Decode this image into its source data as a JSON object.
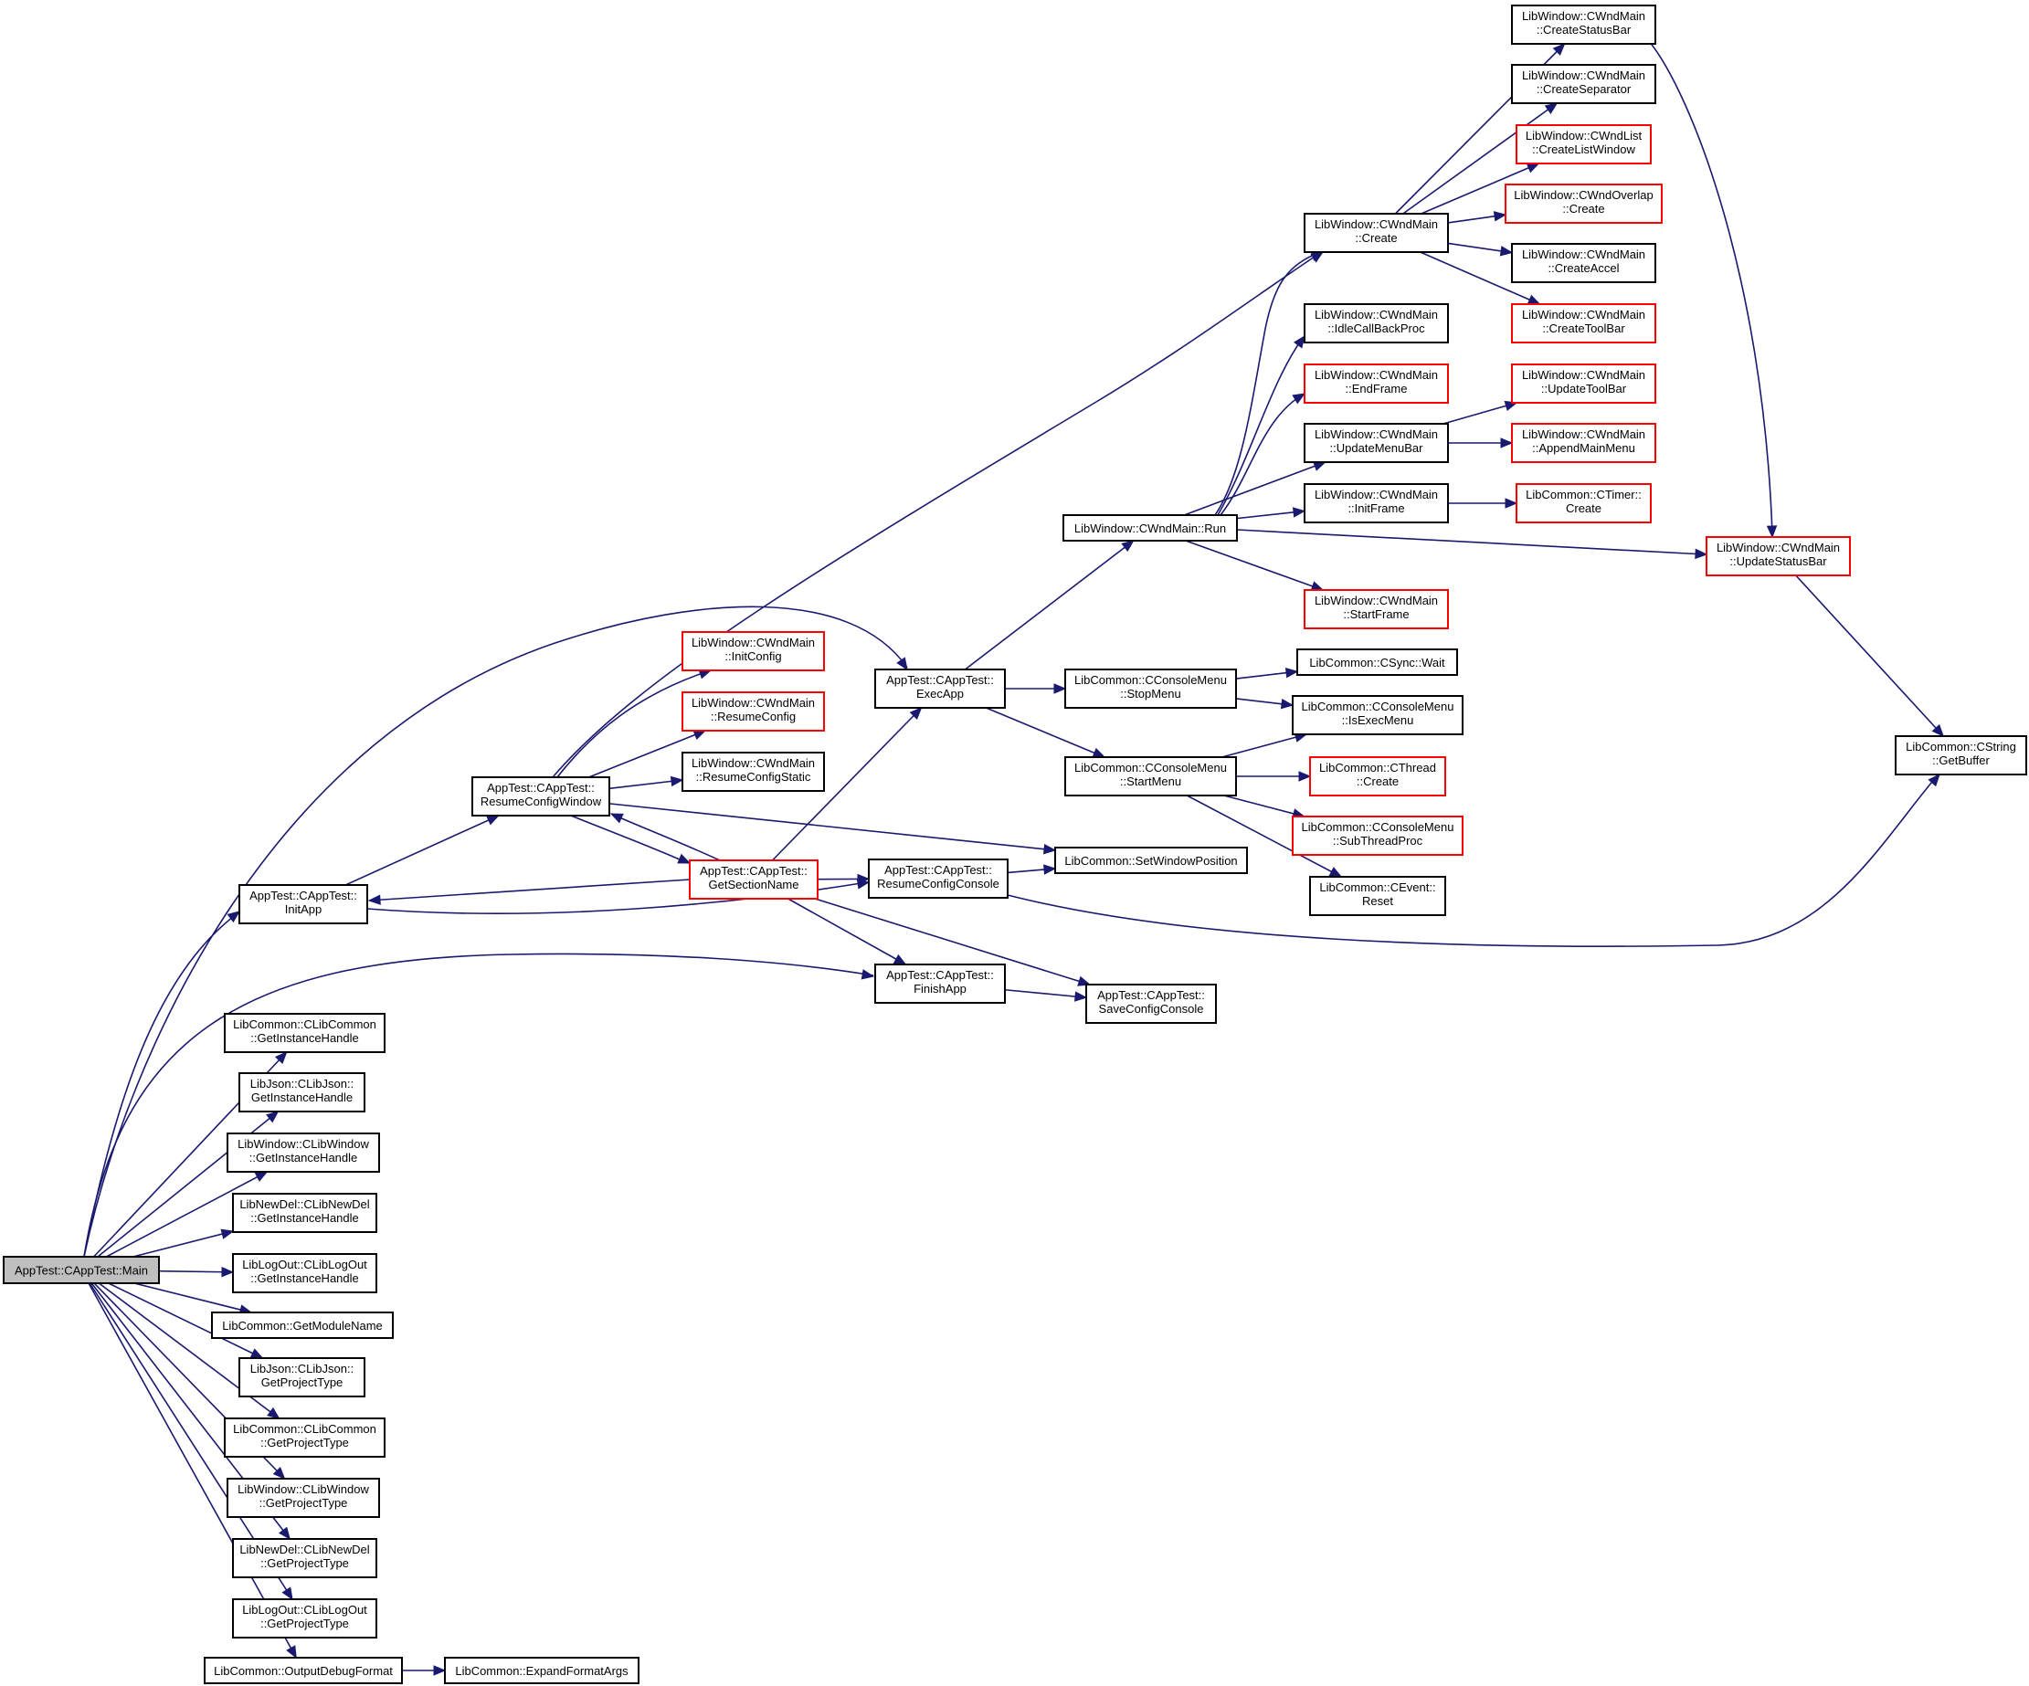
{
  "nodes": [
    {
      "id": "main",
      "lines": [
        "AppTest::CAppTest::Main"
      ],
      "style": "root"
    },
    {
      "id": "initApp",
      "lines": [
        "AppTest::CAppTest::",
        "InitApp"
      ],
      "style": "black"
    },
    {
      "id": "resumeConfigWindow",
      "lines": [
        "AppTest::CAppTest::",
        "ResumeConfigWindow"
      ],
      "style": "black"
    },
    {
      "id": "initConfig",
      "lines": [
        "LibWindow::CWndMain",
        "::InitConfig"
      ],
      "style": "red"
    },
    {
      "id": "resumeConfig",
      "lines": [
        "LibWindow::CWndMain",
        "::ResumeConfig"
      ],
      "style": "red"
    },
    {
      "id": "resumeConfigStatic",
      "lines": [
        "LibWindow::CWndMain",
        "::ResumeConfigStatic"
      ],
      "style": "black"
    },
    {
      "id": "getSectionName",
      "lines": [
        "AppTest::CAppTest::",
        "GetSectionName"
      ],
      "style": "red"
    },
    {
      "id": "execApp",
      "lines": [
        "AppTest::CAppTest::",
        "ExecApp"
      ],
      "style": "black"
    },
    {
      "id": "resumeConfigConsole",
      "lines": [
        "AppTest::CAppTest::",
        "ResumeConfigConsole"
      ],
      "style": "black"
    },
    {
      "id": "finishApp",
      "lines": [
        "AppTest::CAppTest::",
        "FinishApp"
      ],
      "style": "black"
    },
    {
      "id": "saveConfigConsole",
      "lines": [
        "AppTest::CAppTest::",
        "SaveConfigConsole"
      ],
      "style": "black"
    },
    {
      "id": "setWindowPosition",
      "lines": [
        "LibCommon::SetWindowPosition"
      ],
      "style": "black"
    },
    {
      "id": "run",
      "lines": [
        "LibWindow::CWndMain::Run"
      ],
      "style": "black"
    },
    {
      "id": "stopMenu",
      "lines": [
        "LibCommon::CConsoleMenu",
        "::StopMenu"
      ],
      "style": "black"
    },
    {
      "id": "startMenu",
      "lines": [
        "LibCommon::CConsoleMenu",
        "::StartMenu"
      ],
      "style": "black"
    },
    {
      "id": "wait",
      "lines": [
        "LibCommon::CSync::Wait"
      ],
      "style": "black"
    },
    {
      "id": "isExecMenu",
      "lines": [
        "LibCommon::CConsoleMenu",
        "::IsExecMenu"
      ],
      "style": "black"
    },
    {
      "id": "threadCreate",
      "lines": [
        "LibCommon::CThread",
        "::Create"
      ],
      "style": "red"
    },
    {
      "id": "subThreadProc",
      "lines": [
        "LibCommon::CConsoleMenu",
        "::SubThreadProc"
      ],
      "style": "red"
    },
    {
      "id": "eventReset",
      "lines": [
        "LibCommon::CEvent::",
        "Reset"
      ],
      "style": "black"
    },
    {
      "id": "wndCreate",
      "lines": [
        "LibWindow::CWndMain",
        "::Create"
      ],
      "style": "black"
    },
    {
      "id": "idleCallBackProc",
      "lines": [
        "LibWindow::CWndMain",
        "::IdleCallBackProc"
      ],
      "style": "black"
    },
    {
      "id": "endFrame",
      "lines": [
        "LibWindow::CWndMain",
        "::EndFrame"
      ],
      "style": "red"
    },
    {
      "id": "updateMenuBar",
      "lines": [
        "LibWindow::CWndMain",
        "::UpdateMenuBar"
      ],
      "style": "black"
    },
    {
      "id": "initFrame",
      "lines": [
        "LibWindow::CWndMain",
        "::InitFrame"
      ],
      "style": "black"
    },
    {
      "id": "startFrame",
      "lines": [
        "LibWindow::CWndMain",
        "::StartFrame"
      ],
      "style": "red"
    },
    {
      "id": "createStatusBar",
      "lines": [
        "LibWindow::CWndMain",
        "::CreateStatusBar"
      ],
      "style": "black"
    },
    {
      "id": "createSeparator",
      "lines": [
        "LibWindow::CWndMain",
        "::CreateSeparator"
      ],
      "style": "black"
    },
    {
      "id": "createListWindow",
      "lines": [
        "LibWindow::CWndList",
        "::CreateListWindow"
      ],
      "style": "red"
    },
    {
      "id": "overlapCreate",
      "lines": [
        "LibWindow::CWndOverlap",
        "::Create"
      ],
      "style": "red"
    },
    {
      "id": "createAccel",
      "lines": [
        "LibWindow::CWndMain",
        "::CreateAccel"
      ],
      "style": "black"
    },
    {
      "id": "createToolBar",
      "lines": [
        "LibWindow::CWndMain",
        "::CreateToolBar"
      ],
      "style": "red"
    },
    {
      "id": "updateToolBar",
      "lines": [
        "LibWindow::CWndMain",
        "::UpdateToolBar"
      ],
      "style": "red"
    },
    {
      "id": "appendMainMenu",
      "lines": [
        "LibWindow::CWndMain",
        "::AppendMainMenu"
      ],
      "style": "red"
    },
    {
      "id": "timerCreate",
      "lines": [
        "LibCommon::CTimer::",
        "Create"
      ],
      "style": "red"
    },
    {
      "id": "updateStatusBar",
      "lines": [
        "LibWindow::CWndMain",
        "::UpdateStatusBar"
      ],
      "style": "red"
    },
    {
      "id": "getBuffer",
      "lines": [
        "LibCommon::CString",
        "::GetBuffer"
      ],
      "style": "black"
    },
    {
      "id": "libCommonGetInstanceHandle",
      "lines": [
        "LibCommon::CLibCommon",
        "::GetInstanceHandle"
      ],
      "style": "black"
    },
    {
      "id": "libJsonGetInstanceHandle",
      "lines": [
        "LibJson::CLibJson::",
        "GetInstanceHandle"
      ],
      "style": "black"
    },
    {
      "id": "libWindowGetInstanceHandle",
      "lines": [
        "LibWindow::CLibWindow",
        "::GetInstanceHandle"
      ],
      "style": "black"
    },
    {
      "id": "libNewDelGetInstanceHandle",
      "lines": [
        "LibNewDel::CLibNewDel",
        "::GetInstanceHandle"
      ],
      "style": "black"
    },
    {
      "id": "libLogOutGetInstanceHandle",
      "lines": [
        "LibLogOut::CLibLogOut",
        "::GetInstanceHandle"
      ],
      "style": "black"
    },
    {
      "id": "getModuleName",
      "lines": [
        "LibCommon::GetModuleName"
      ],
      "style": "black"
    },
    {
      "id": "libJsonGetProjectType",
      "lines": [
        "LibJson::CLibJson::",
        "GetProjectType"
      ],
      "style": "black"
    },
    {
      "id": "libCommonGetProjectType",
      "lines": [
        "LibCommon::CLibCommon",
        "::GetProjectType"
      ],
      "style": "black"
    },
    {
      "id": "libWindowGetProjectType",
      "lines": [
        "LibWindow::CLibWindow",
        "::GetProjectType"
      ],
      "style": "black"
    },
    {
      "id": "libNewDelGetProjectType",
      "lines": [
        "LibNewDel::CLibNewDel",
        "::GetProjectType"
      ],
      "style": "black"
    },
    {
      "id": "libLogOutGetProjectType",
      "lines": [
        "LibLogOut::CLibLogOut",
        "::GetProjectType"
      ],
      "style": "black"
    },
    {
      "id": "outputDebugFormat",
      "lines": [
        "LibCommon::OutputDebugFormat"
      ],
      "style": "black"
    },
    {
      "id": "expandFormatArgs",
      "lines": [
        "LibCommon::ExpandFormatArgs"
      ],
      "style": "black"
    }
  ],
  "edges": [
    [
      "main",
      "initApp"
    ],
    [
      "main",
      "execApp"
    ],
    [
      "main",
      "finishApp"
    ],
    [
      "main",
      "libCommonGetInstanceHandle"
    ],
    [
      "main",
      "libJsonGetInstanceHandle"
    ],
    [
      "main",
      "libWindowGetInstanceHandle"
    ],
    [
      "main",
      "libNewDelGetInstanceHandle"
    ],
    [
      "main",
      "libLogOutGetInstanceHandle"
    ],
    [
      "main",
      "getModuleName"
    ],
    [
      "main",
      "libJsonGetProjectType"
    ],
    [
      "main",
      "libCommonGetProjectType"
    ],
    [
      "main",
      "libWindowGetProjectType"
    ],
    [
      "main",
      "libNewDelGetProjectType"
    ],
    [
      "main",
      "libLogOutGetProjectType"
    ],
    [
      "main",
      "outputDebugFormat"
    ],
    [
      "outputDebugFormat",
      "expandFormatArgs"
    ],
    [
      "initApp",
      "resumeConfigWindow"
    ],
    [
      "initApp",
      "resumeConfigConsole"
    ],
    [
      "resumeConfigWindow",
      "wndCreate"
    ],
    [
      "resumeConfigWindow",
      "initConfig"
    ],
    [
      "resumeConfigWindow",
      "resumeConfig"
    ],
    [
      "resumeConfigWindow",
      "resumeConfigStatic"
    ],
    [
      "resumeConfigWindow",
      "getSectionName"
    ],
    [
      "resumeConfigWindow",
      "setWindowPosition"
    ],
    [
      "getSectionName",
      "resumeConfigWindow"
    ],
    [
      "getSectionName",
      "initApp"
    ],
    [
      "getSectionName",
      "execApp"
    ],
    [
      "getSectionName",
      "resumeConfigConsole"
    ],
    [
      "getSectionName",
      "finishApp"
    ],
    [
      "getSectionName",
      "saveConfigConsole"
    ],
    [
      "resumeConfigConsole",
      "setWindowPosition"
    ],
    [
      "resumeConfigConsole",
      "getBuffer"
    ],
    [
      "finishApp",
      "saveConfigConsole"
    ],
    [
      "execApp",
      "run"
    ],
    [
      "execApp",
      "stopMenu"
    ],
    [
      "execApp",
      "startMenu"
    ],
    [
      "stopMenu",
      "wait"
    ],
    [
      "stopMenu",
      "isExecMenu"
    ],
    [
      "startMenu",
      "isExecMenu"
    ],
    [
      "startMenu",
      "threadCreate"
    ],
    [
      "startMenu",
      "subThreadProc"
    ],
    [
      "startMenu",
      "eventReset"
    ],
    [
      "run",
      "wndCreate"
    ],
    [
      "run",
      "idleCallBackProc"
    ],
    [
      "run",
      "endFrame"
    ],
    [
      "run",
      "updateMenuBar"
    ],
    [
      "run",
      "initFrame"
    ],
    [
      "run",
      "startFrame"
    ],
    [
      "run",
      "updateStatusBar"
    ],
    [
      "wndCreate",
      "createStatusBar"
    ],
    [
      "wndCreate",
      "createSeparator"
    ],
    [
      "wndCreate",
      "createListWindow"
    ],
    [
      "wndCreate",
      "overlapCreate"
    ],
    [
      "wndCreate",
      "createAccel"
    ],
    [
      "wndCreate",
      "createToolBar"
    ],
    [
      "updateMenuBar",
      "updateToolBar"
    ],
    [
      "updateMenuBar",
      "appendMainMenu"
    ],
    [
      "initFrame",
      "timerCreate"
    ],
    [
      "createStatusBar",
      "updateStatusBar"
    ],
    [
      "updateStatusBar",
      "getBuffer"
    ]
  ]
}
